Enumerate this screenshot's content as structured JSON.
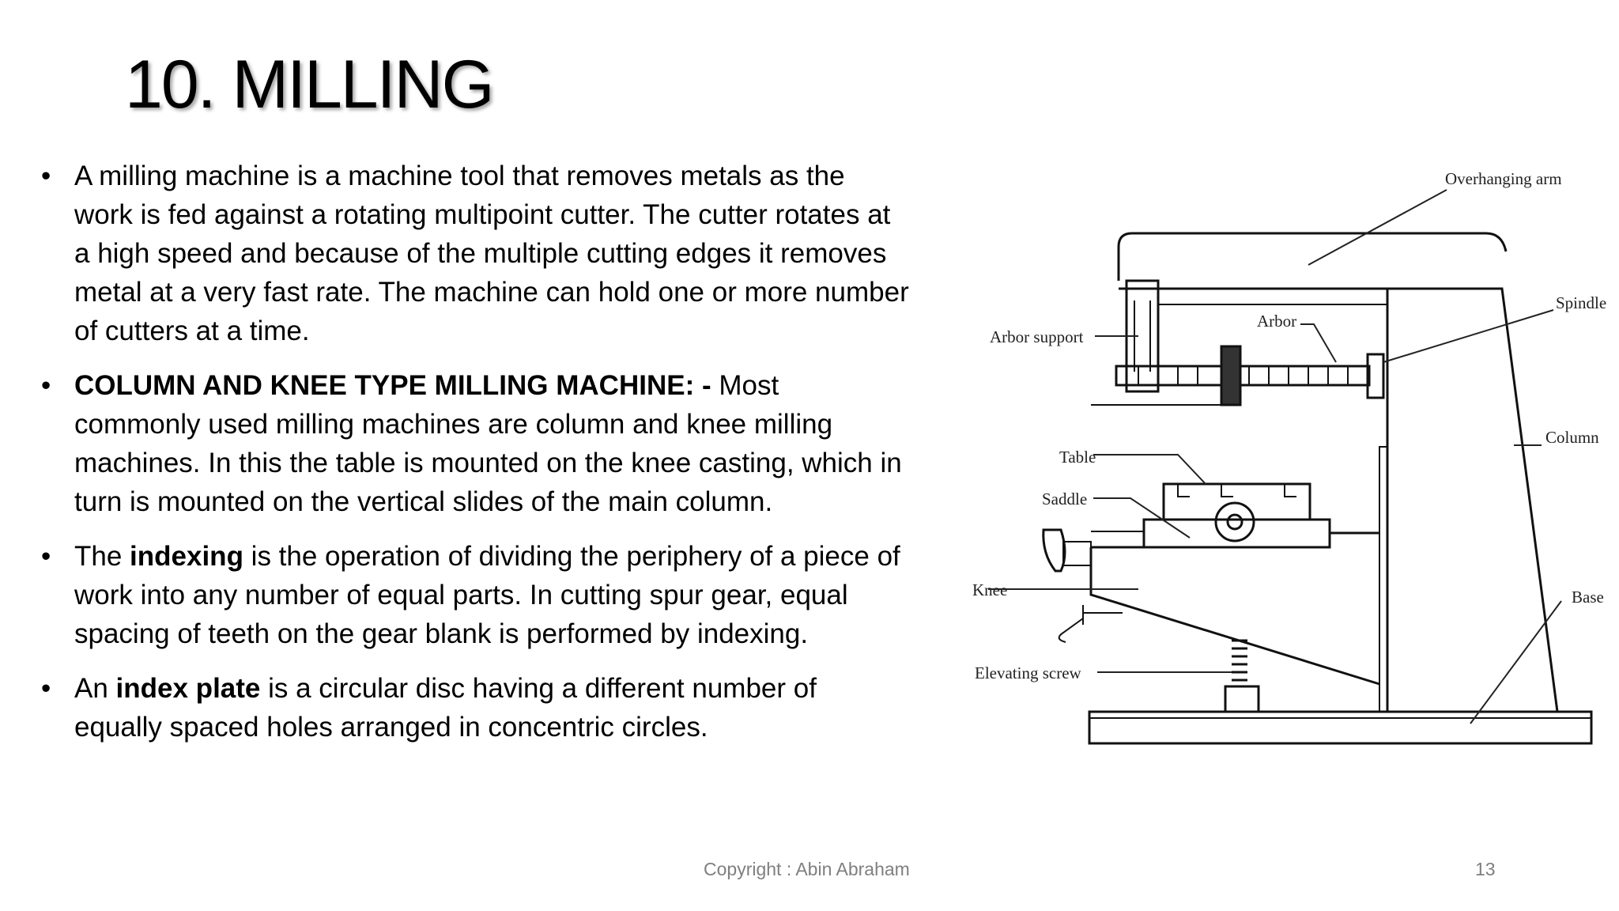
{
  "slide": {
    "title": "10. MILLING",
    "bullets": [
      {
        "intro": "",
        "bold": "",
        "text": "A milling machine is a machine tool that removes metals as the work is fed against a rotating multipoint cutter. The cutter rotates at a high speed and because of the multiple cutting edges it removes metal at a very fast rate. The machine can hold one or more number of cutters at a time."
      },
      {
        "intro": "",
        "bold": "COLUMN AND KNEE TYPE MILLING MACHINE: -",
        "text": " Most commonly used milling machines are column and knee milling machines. In this the table is mounted on the knee casting, which in turn is mounted on the vertical slides of the main column."
      },
      {
        "intro": "The ",
        "bold": "indexing",
        "text": " is the operation of dividing the periphery of a piece of work into any number of equal parts. In cutting spur gear, equal spacing of teeth on the gear blank is performed by indexing."
      },
      {
        "intro": "An ",
        "bold": "index plate",
        "text": " is a circular disc having a different number of equally spaced holes arranged in concentric circles."
      }
    ],
    "bullet_char": "•",
    "footer": {
      "copyright": "Copyright : Abin Abraham",
      "page_number": "13"
    }
  },
  "diagram": {
    "labels": {
      "overhanging_arm": "Overhanging arm",
      "spindle": "Spindle",
      "arbor_support": "Arbor support",
      "arbor": "Arbor",
      "column": "Column",
      "table": "Table",
      "saddle": "Saddle",
      "knee": "Knee",
      "base": "Base",
      "elevating_screw": "Elevating screw"
    }
  }
}
